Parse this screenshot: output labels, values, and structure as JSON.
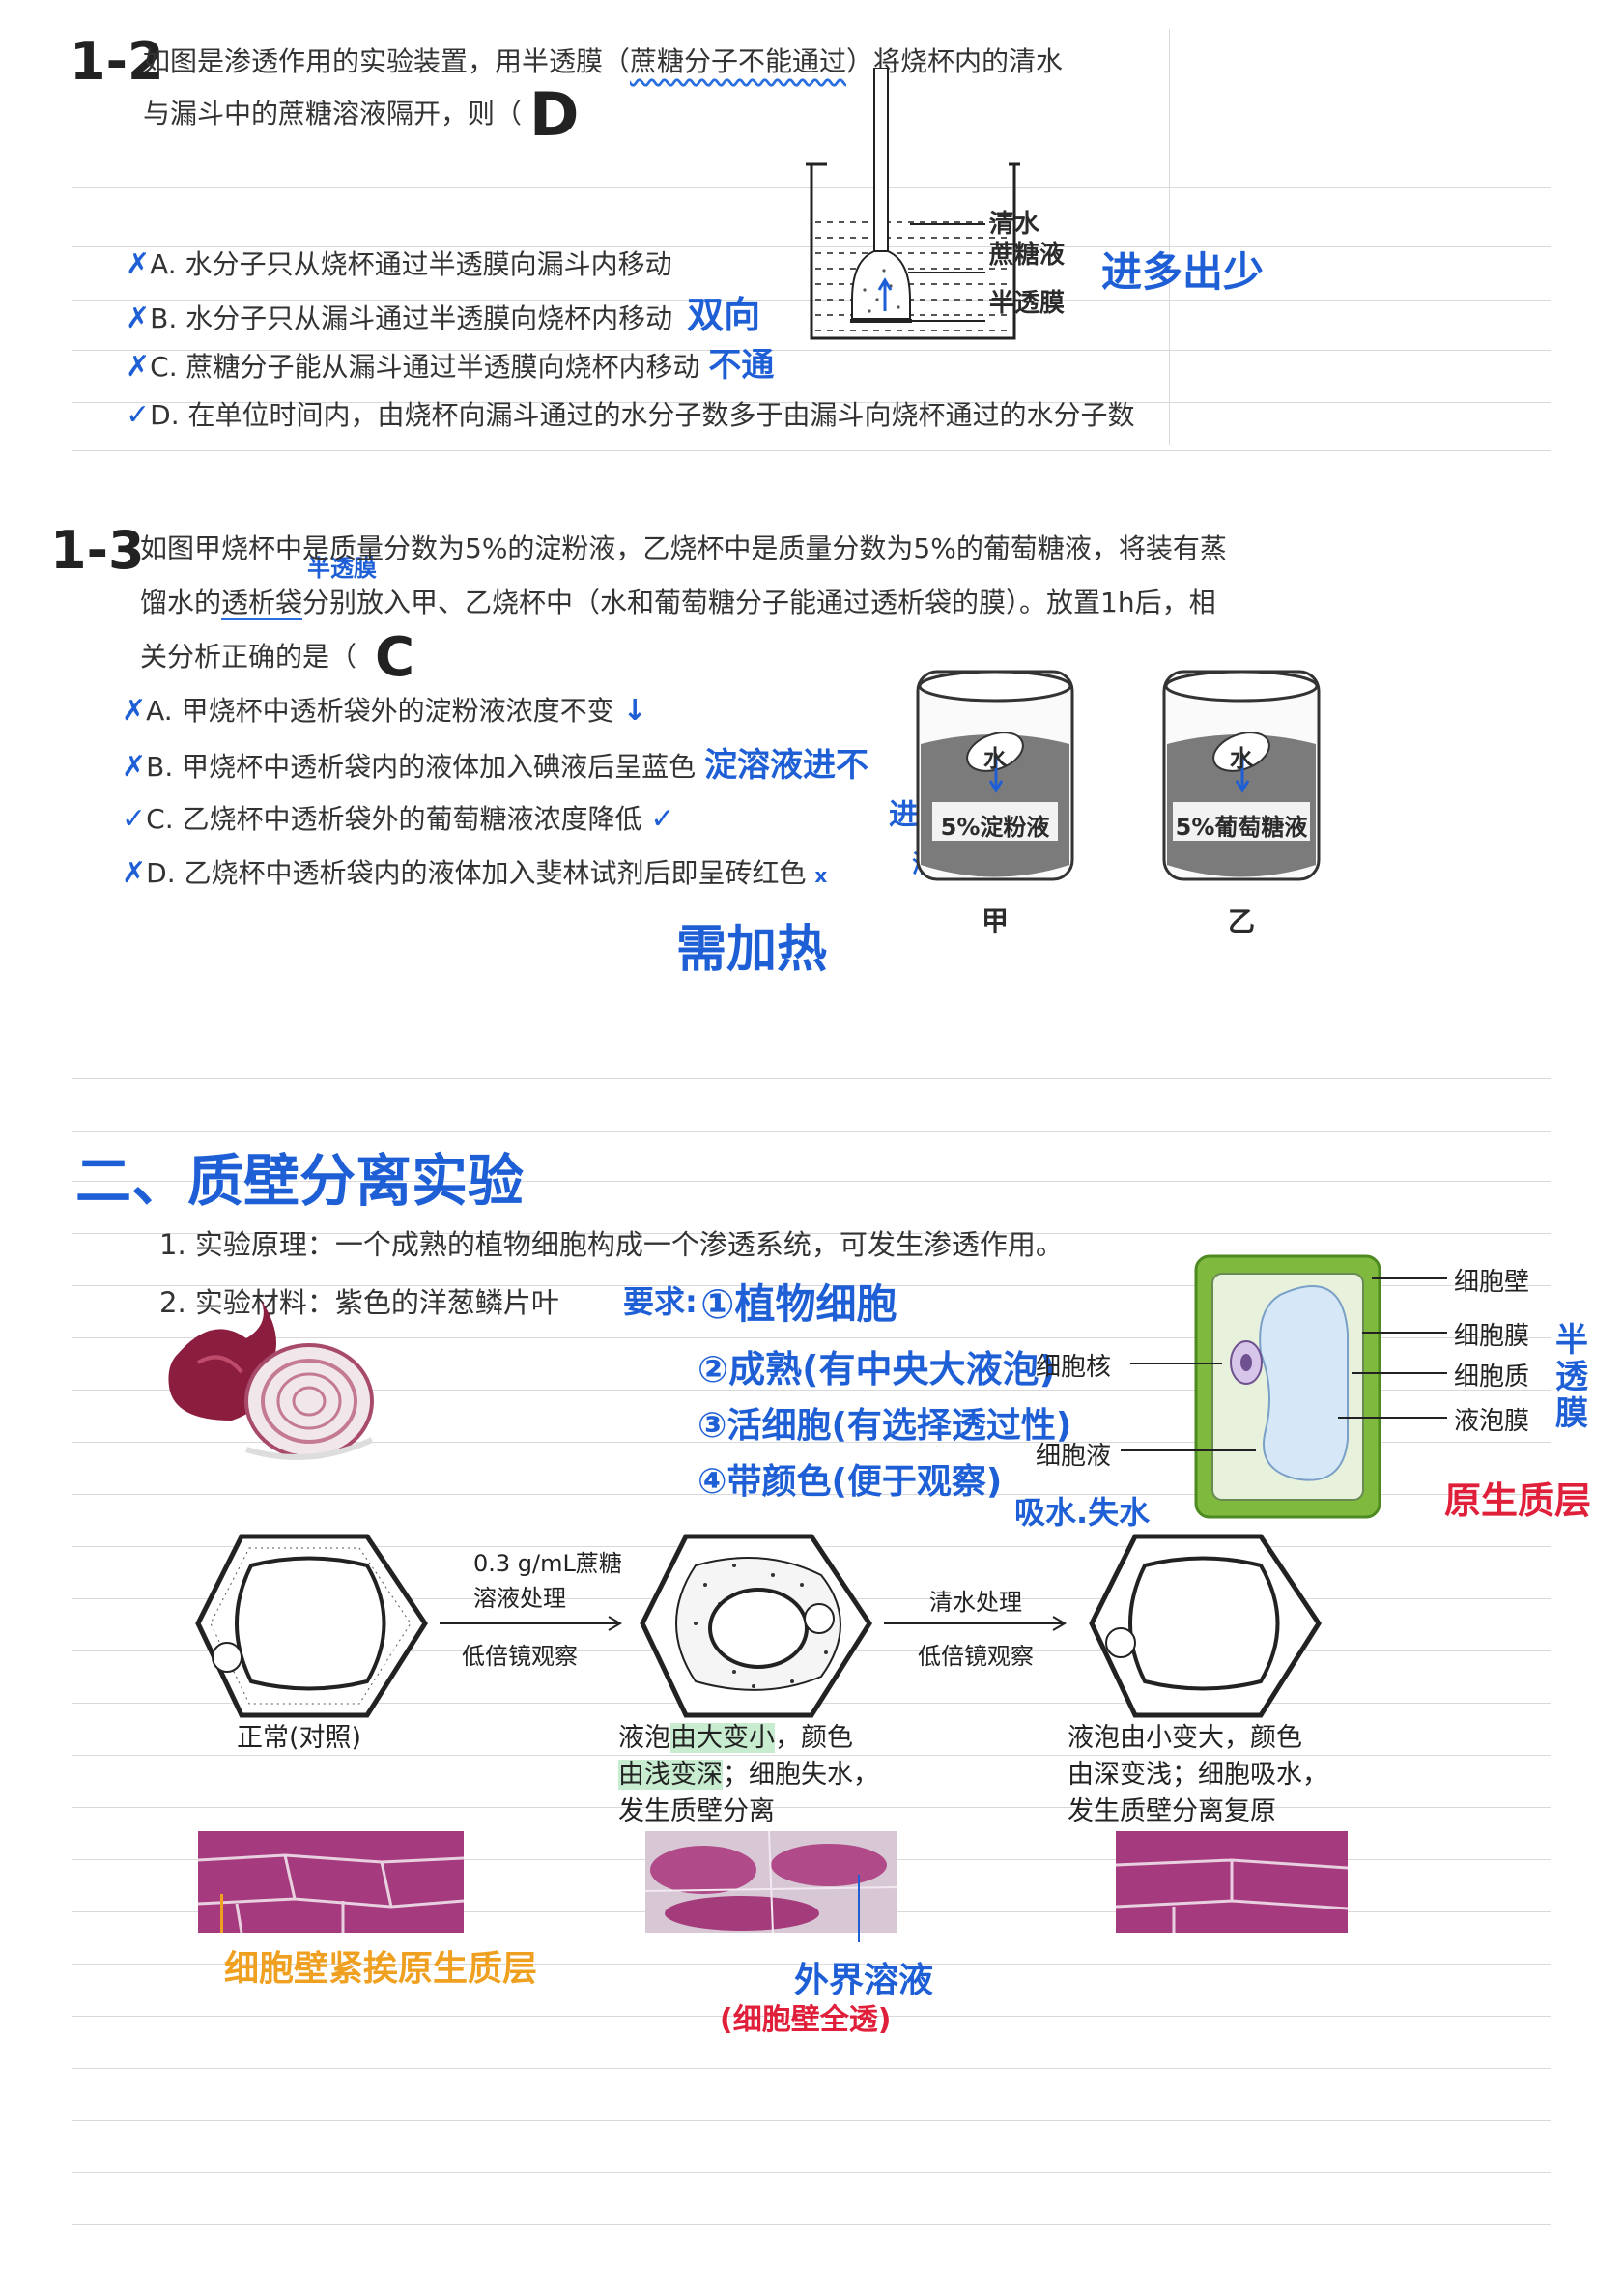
{
  "q12": {
    "number": "1-2",
    "stem_line1_a": "如图是渗透作用的实验装置，用半透膜（",
    "stem_line1_highlight": "蔗糖分子不能通过",
    "stem_line1_b": "）将烧杯内的清水",
    "stem_line2": "与漏斗中的蔗糖溶液隔开，则（",
    "answer": "D",
    "options": [
      {
        "mark": "✗",
        "text": "A. 水分子只从烧杯通过半透膜向漏斗内移动",
        "note": ""
      },
      {
        "mark": "✗",
        "text": "B. 水分子只从漏斗通过半透膜向烧杯内移动",
        "note": "双向"
      },
      {
        "mark": "✗",
        "text": "C. 蔗糖分子能从漏斗通过半透膜向烧杯内移动",
        "note": "不通"
      },
      {
        "mark": "✓",
        "text": "D. 在单位时间内，由烧杯向漏斗通过的水分子数多于由漏斗向烧杯通过的水分子数",
        "note": ""
      }
    ],
    "figure_labels": [
      "清水",
      "蔗糖液",
      "半透膜"
    ],
    "figure_note": "进多出少"
  },
  "q13": {
    "number": "1-3",
    "stem_line1": "如图甲烧杯中是质量分数为5%的淀粉液，乙烧杯中是质量分数为5%的葡萄糖液，将装有蒸",
    "stem_line2_a": "馏水的",
    "stem_line2_ul": "透析袋",
    "stem_line2_b": "分别放入甲、乙烧杯中（水和葡萄糖分子能通过透析袋的膜）。放置1h后，相",
    "stem_line3": "关分析正确的是（",
    "answer": "C",
    "over_note": "半透膜",
    "options": [
      {
        "mark": "✗",
        "text": "A. 甲烧杯中透析袋外的淀粉液浓度不变",
        "note": "↓"
      },
      {
        "mark": "✗",
        "text": "B. 甲烧杯中透析袋内的液体加入碘液后呈蓝色",
        "note": "淀溶液进不"
      },
      {
        "mark": "✓",
        "text": "C. 乙烧杯中透析袋外的葡萄糖液浓度降低",
        "note": "✓"
      },
      {
        "mark": "✗",
        "text": "D. 乙烧杯中透析袋内的液体加入斐林试剂后即呈砖红色",
        "note": "x"
      }
    ],
    "note_jin": "进",
    "note_ye": "液",
    "note_heat": "需加热",
    "beaker_left_inner": "水",
    "beaker_left_label": "5%淀粉液",
    "beaker_left_name": "甲",
    "beaker_right_inner": "水",
    "beaker_right_label": "5%葡萄糖液",
    "beaker_right_name": "乙"
  },
  "section2": {
    "heading": "二、质壁分离实验",
    "principle": "1. 实验原理：一个成熟的植物细胞构成一个渗透系统，可发生渗透作用。",
    "materials": "2. 实验材料：紫色的洋葱鳞片叶",
    "req_title": "要求:",
    "requirements": [
      "①植物细胞",
      "②成熟(有中央大液泡)",
      "③活细胞(有选择透过性)",
      "④带颜色(便于观察)"
    ],
    "note_water": "吸水.失水",
    "cell_labels": {
      "wall": "细胞壁",
      "membrane": "细胞膜",
      "cytoplasm": "细胞质",
      "tonoplast": "液泡膜",
      "nucleus": "细胞核",
      "sap": "细胞液"
    },
    "semi_note": "半透膜",
    "proto_note": "原生质层",
    "process": {
      "step1_line1": "0.3 g/mL蔗糖",
      "step1_line2": "溶液处理",
      "step1_line3": "低倍镜观察",
      "step2_line1": "清水处理",
      "step2_line2": "低倍镜观察",
      "cap_normal": "正常(对照)",
      "cap_mid_a": "液泡",
      "cap_mid_hl1": "由大变小",
      "cap_mid_b": "，颜色",
      "cap_mid_hl2": "由浅变深",
      "cap_mid_c": "；细胞失水，",
      "cap_mid_d": "发生质壁分离",
      "cap_right_1": "液泡由小变大，颜色",
      "cap_right_2": "由深变浅；细胞吸水，",
      "cap_right_3": "发生质壁分离复原"
    },
    "micro_note_left": "细胞壁紧挨原生质层",
    "micro_note_mid1": "外界溶液",
    "micro_note_mid2": "(细胞壁全透)"
  }
}
